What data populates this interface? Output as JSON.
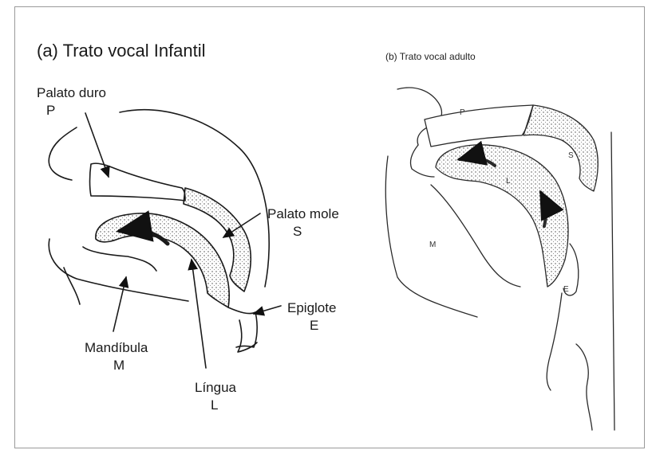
{
  "panel_a": {
    "title": "(a) Trato vocal Infantil",
    "labels": {
      "palato_duro": "Palato duro",
      "palato_duro_letter": "P",
      "palato_mole": "Palato mole",
      "palato_mole_letter": "S",
      "epiglote": "Epiglote",
      "epiglote_letter": "E",
      "mandibula": "Mandíbula",
      "mandibula_letter": "M",
      "lingua": "Língua",
      "lingua_letter": "L"
    }
  },
  "panel_b": {
    "title": "(b) Trato vocal adulto",
    "letters": {
      "p": "P",
      "s": "S",
      "l": "L",
      "m": "M",
      "e": "E"
    }
  }
}
